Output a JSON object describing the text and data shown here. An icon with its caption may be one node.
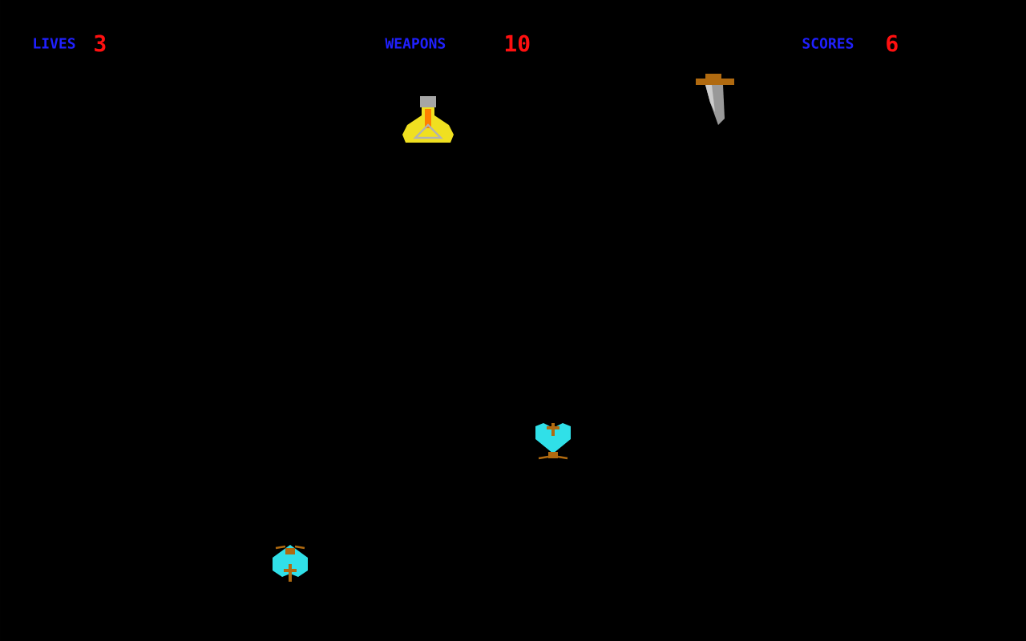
{
  "diagram": {
    "labels": [
      "LIVES",
      "3",
      "WEAPONS",
      "10",
      "SCORES",
      "6"
    ]
  }
}
